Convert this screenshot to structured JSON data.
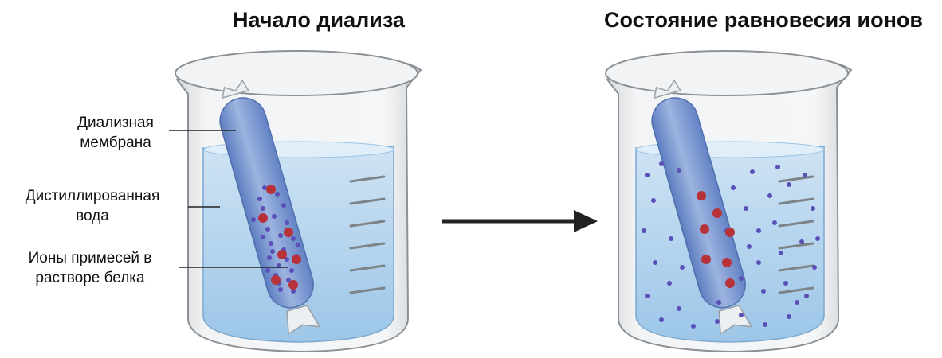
{
  "titles": {
    "start": "Начало диализа",
    "equilibrium": "Состояние равновесия ионов"
  },
  "labels": {
    "membrane_line1": "Диализная",
    "membrane_line2": "мембрана",
    "water_line1": "Дистиллированная",
    "water_line2": "вода",
    "ions_line1": "Ионы примесей в",
    "ions_line2": "растворе белка"
  },
  "colors": {
    "water": "#b8d6ee",
    "water_dark": "#8fbfe3",
    "membrane": "#6f8fc9",
    "protein": "#b8323a",
    "impurity_ion": "#5b4fb8",
    "arrow": "#222222"
  },
  "icons": [
    "beaker-icon",
    "dialysis-bag-icon",
    "arrow-right-icon"
  ]
}
